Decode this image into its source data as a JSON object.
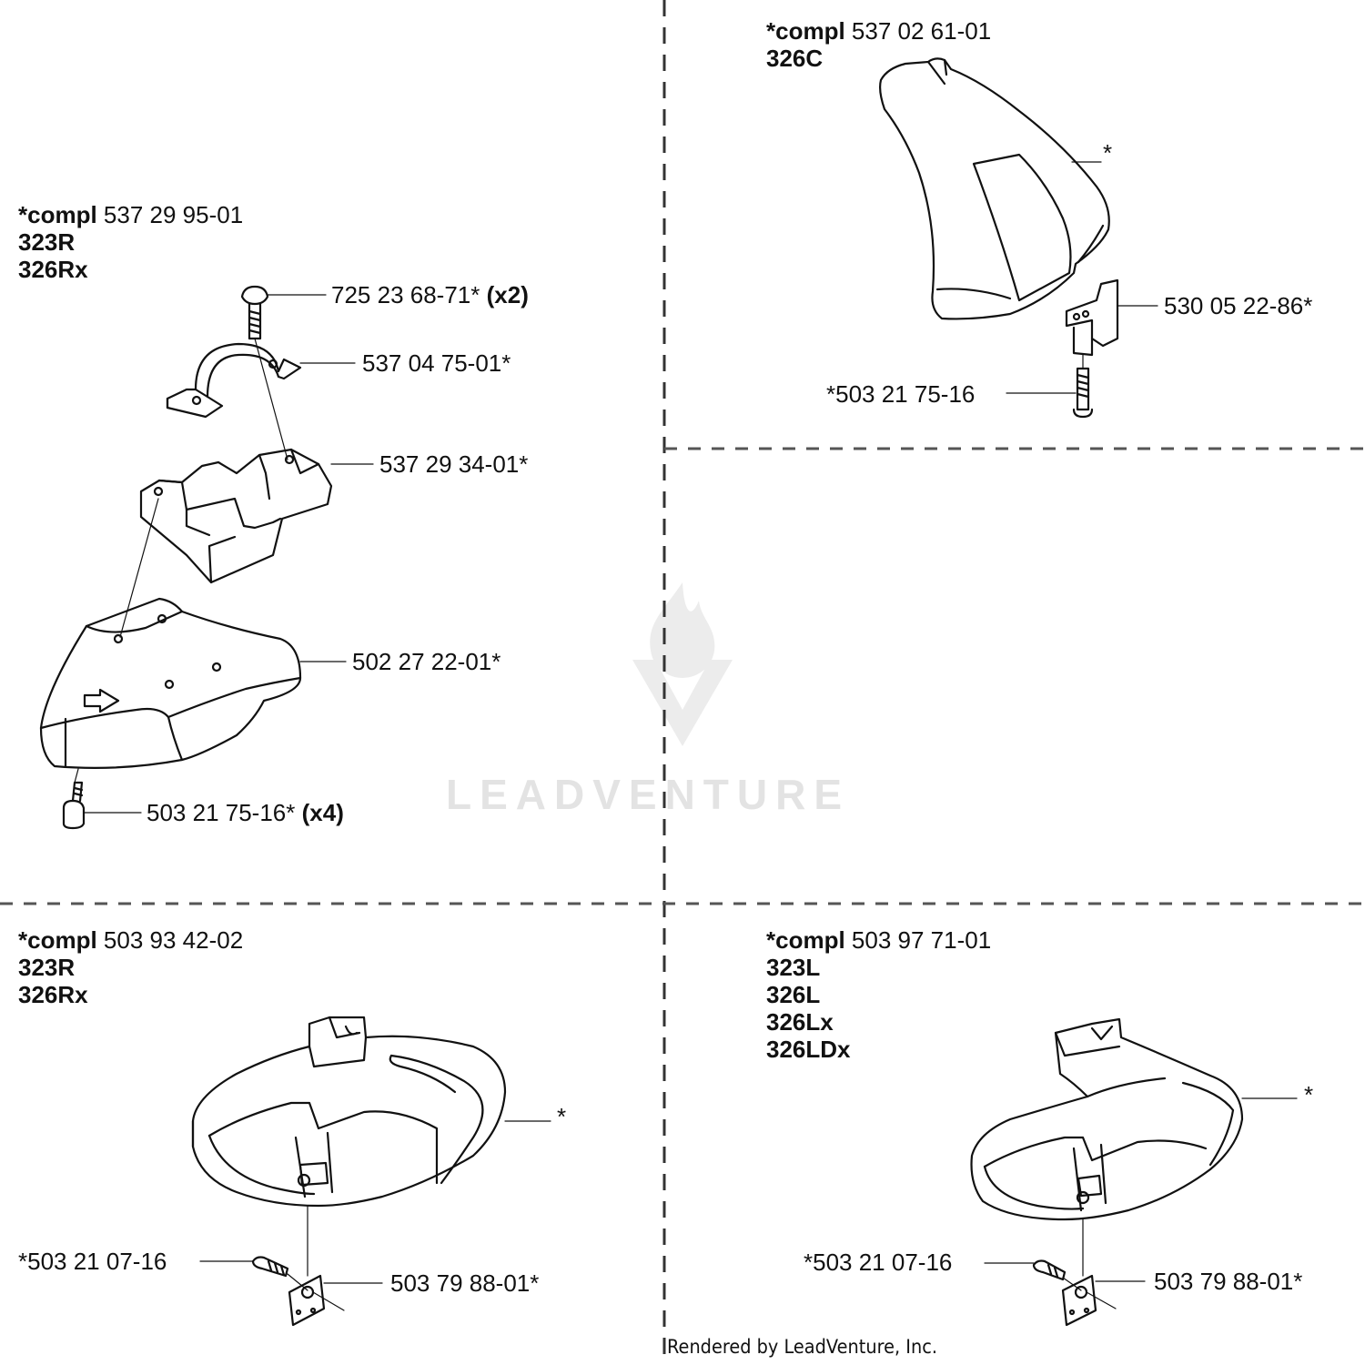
{
  "watermark": {
    "text": "LEADVENTURE",
    "icon": "leadventure-logo-icon"
  },
  "footer": "Rendered by LeadVenture, Inc.",
  "panels": {
    "top_left": {
      "compl_prefix": "*compl",
      "compl_number": "537 29 95-01",
      "models": [
        "323R",
        "326Rx"
      ],
      "callouts": {
        "bolt": {
          "part": "725 23 68-71*",
          "qty": "(x2)"
        },
        "clamp": {
          "part": "537 04 75-01*"
        },
        "holder": {
          "part": "537 29 34-01*"
        },
        "guard": {
          "part": "502 27 22-01*"
        },
        "screws": {
          "part": "503 21 75-16*",
          "qty": "(x4)"
        }
      }
    },
    "top_right": {
      "compl_prefix": "*compl",
      "compl_number": "537 02 61-01",
      "models": [
        "326C"
      ],
      "callouts": {
        "guard": {
          "part": "*"
        },
        "bracket": {
          "part": "530 05 22-86*"
        },
        "screw": {
          "part": "*503 21 75-16"
        }
      }
    },
    "bottom_left": {
      "compl_prefix": "*compl",
      "compl_number": "503 93 42-02",
      "models": [
        "323R",
        "326Rx"
      ],
      "callouts": {
        "guard": {
          "part": "*"
        },
        "screw": {
          "part": "*503 21 07-16"
        },
        "plate": {
          "part": "503 79 88-01*"
        }
      }
    },
    "bottom_right": {
      "compl_prefix": "*compl",
      "compl_number": "503 97 71-01",
      "models": [
        "323L",
        "326L",
        "326Lx",
        "326LDx"
      ],
      "callouts": {
        "guard": {
          "part": "*"
        },
        "screw": {
          "part": "*503 21 07-16"
        },
        "plate": {
          "part": "503 79 88-01*"
        }
      }
    }
  }
}
